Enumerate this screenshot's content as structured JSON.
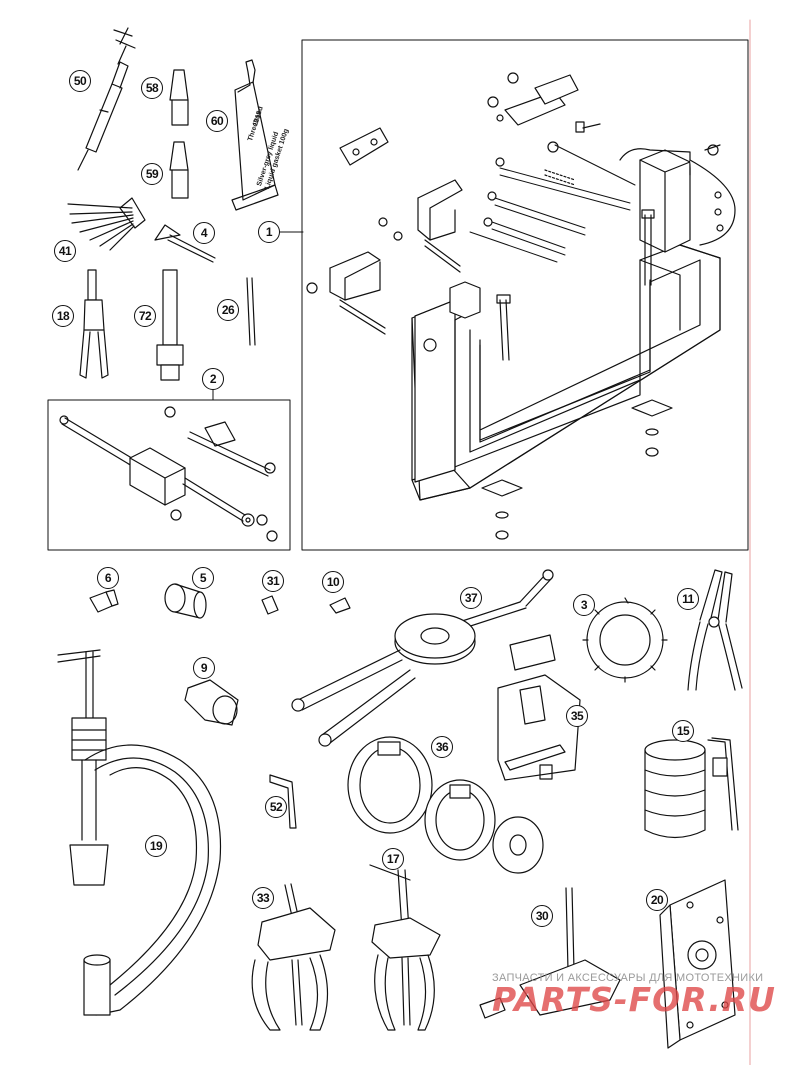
{
  "callouts": {
    "c1": "1",
    "c2": "2",
    "c3": "3",
    "c4": "4",
    "c5": "5",
    "c6": "6",
    "c9": "9",
    "c10": "10",
    "c11": "11",
    "c15": "15",
    "c17": "17",
    "c18": "18",
    "c19": "19",
    "c20": "20",
    "c26": "26",
    "c30": "30",
    "c31": "31",
    "c33": "33",
    "c35": "35",
    "c36": "36",
    "c37": "37",
    "c41": "41",
    "c50": "50",
    "c52": "52",
    "c58": "58",
    "c59": "59",
    "c60": "60",
    "c72": "72"
  },
  "tube_label": {
    "line1": "Threebond",
    "line2": "1215",
    "line3": "Silver-grey liquid",
    "line4": "Liquid gasket 100g"
  },
  "watermark": {
    "caption": "ЗАПЧАСТИ И АКСЕССУАРЫ ДЛЯ МОТОТЕХНИКИ",
    "logo": "PARTS-FOR.RU"
  },
  "colors": {
    "ink": "#111111",
    "watermark_red": "#de4646",
    "frame_guide": "#e8a0a0"
  }
}
